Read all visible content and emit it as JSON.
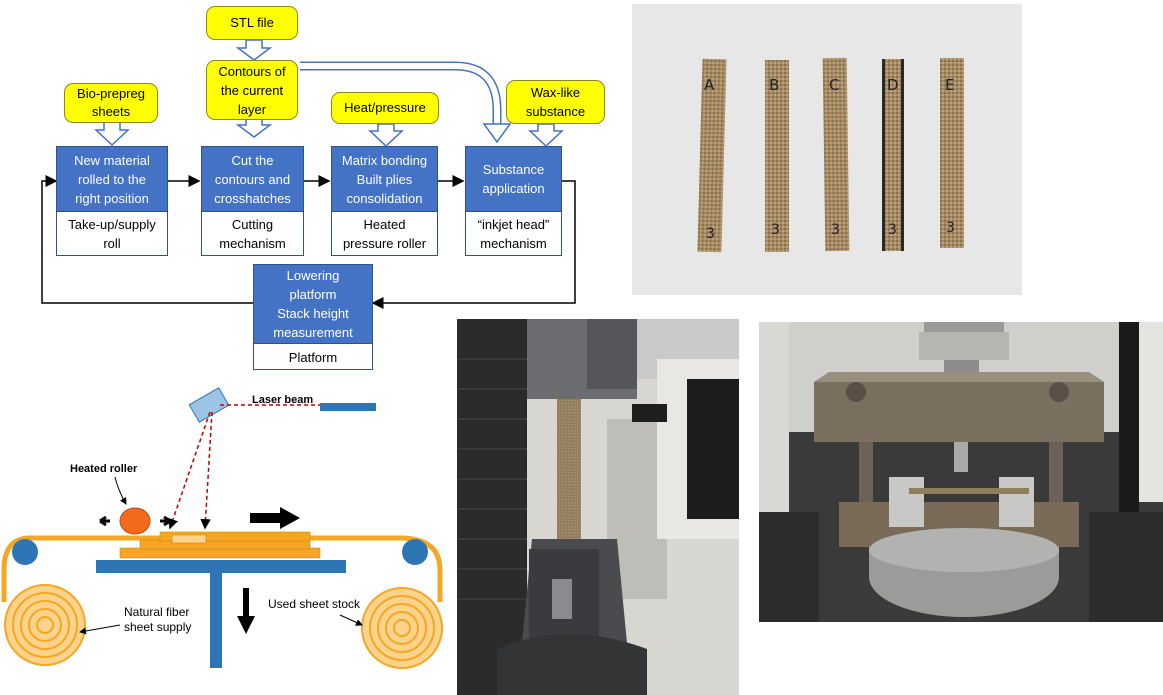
{
  "flowchart": {
    "inputs": {
      "stl_file": "STL file",
      "contours": "Contours of\nthe current\nlayer",
      "bio_prepreg": "Bio-prepreg\nsheets",
      "heat_pressure": "Heat/pressure",
      "wax_like": "Wax-like\nsubstance"
    },
    "steps": [
      {
        "process": "New material\nrolled to the\nright position",
        "component": "Take-up/supply\nroll"
      },
      {
        "process": "Cut the\ncontours and\ncrosshatches",
        "component": "Cutting\nmechanism"
      },
      {
        "process": "Matrix bonding\nBuilt plies\nconsolidation",
        "component": "Heated\npressure roller"
      },
      {
        "process": "Substance\napplication",
        "component": "“inkjet head”\nmechanism"
      }
    ],
    "platform": {
      "process": "Lowering\nplatform\nStack height\nmeasurement",
      "component": "Platform"
    }
  },
  "schematic": {
    "laser_beam": "Laser beam",
    "heated_roller": "Heated roller",
    "natural_fiber_supply": "Natural fiber\nsheet supply",
    "used_sheet_stock": "Used sheet stock"
  },
  "specimens": {
    "labels": [
      "A",
      "B",
      "C",
      "D",
      "E"
    ],
    "numbers": [
      "3",
      "3",
      "3",
      "3",
      "3"
    ]
  },
  "colors": {
    "process_blue": "#4472c4",
    "input_yellow": "#ffff00",
    "sheet_orange": "#f5a623",
    "roller_orange": "#f26b1d",
    "platform_blue": "#2e75b6"
  }
}
